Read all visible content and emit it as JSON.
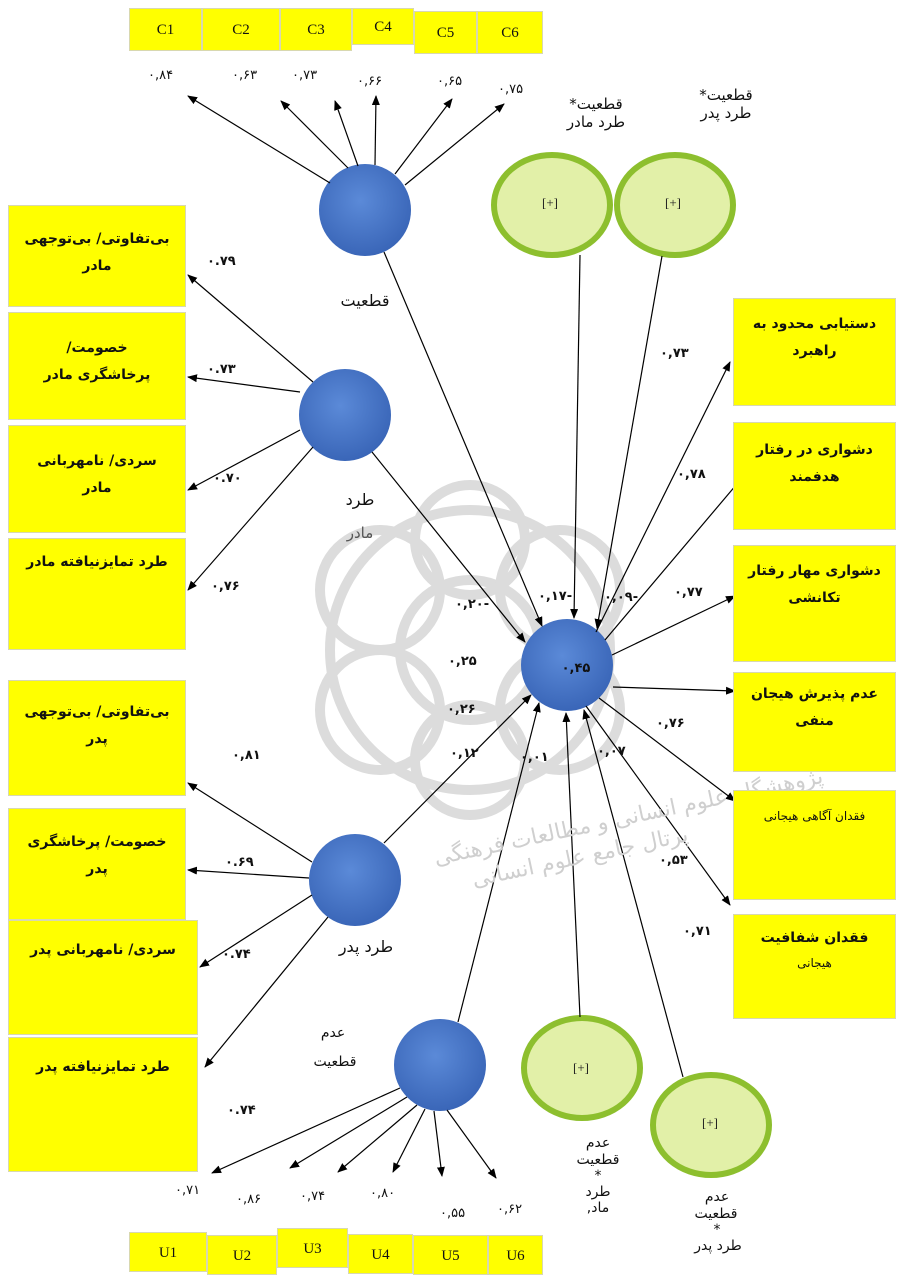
{
  "top_codes": [
    "C1",
    "C2",
    "C3",
    "C4",
    "C5",
    "C6"
  ],
  "top_loadings": [
    "۰,۸۴",
    "۰,۶۳",
    "۰,۷۳",
    "۰,۶۶",
    "۰,۶۵",
    "۰,۷۵"
  ],
  "bottom_codes": [
    "U1",
    "U2",
    "U3",
    "U4",
    "U5",
    "U6"
  ],
  "bottom_loadings": [
    "۰,۷۱",
    "۰,۸۶",
    "۰,۷۴",
    "۰,۸۰",
    "۰,۵۵",
    "۰,۶۲"
  ],
  "latent": {
    "certainty": "قطعیت",
    "mother_rejection": [
      "طرد",
      "مادر"
    ],
    "father_rejection": "طرد پدر",
    "uncertainty": [
      "عدم",
      "قطعیت"
    ],
    "outcome_r2": "۰,۴۵"
  },
  "moderators": {
    "label": "[+]",
    "cert_mother": [
      "قطعیت*",
      "طرد مادر"
    ],
    "cert_father": [
      "قطعیت*",
      "طرد پدر"
    ],
    "uncert_mother": [
      "عدم",
      "قطعیت",
      "*",
      "طرد",
      "ماد,"
    ],
    "uncert_father": [
      "عدم",
      "قطعیت",
      "*",
      "طرد پدر"
    ]
  },
  "mother_indicators": [
    {
      "lines": [
        "بی‌تفاوتی/ بی‌توجهی",
        "مادر"
      ],
      "loading": "۰.۷۹"
    },
    {
      "lines": [
        "خصومت/",
        "پرخاشگری مادر"
      ],
      "loading": "۰.۷۳"
    },
    {
      "lines": [
        "سردی/ نامهربانی",
        "مادر"
      ],
      "loading": "۰.۷۰"
    },
    {
      "lines": [
        "طرد تمایزنیافته مادر"
      ],
      "loading": "۰,۷۶"
    }
  ],
  "father_indicators": [
    {
      "lines": [
        "بی‌تفاوتی/ بی‌توجهی",
        "پدر"
      ],
      "loading": "۰,۸۱"
    },
    {
      "lines": [
        "خصومت/ پرخاشگری",
        "پدر"
      ],
      "loading": "۰.۶۹"
    },
    {
      "lines": [
        "سردی/ نامهربانی پدر"
      ],
      "loading": "۰.۷۴"
    },
    {
      "lines": [
        "طرد تمایزنیافته پدر"
      ],
      "loading": "۰.۷۴"
    }
  ],
  "outcome_indicators": [
    {
      "lines": [
        "دستیابی محدود به",
        "راهبرد"
      ],
      "loading": "۰,۷۳",
      "small": false
    },
    {
      "lines": [
        "دشواری در رفتار",
        "هدفمند"
      ],
      "loading": "۰,۷۸",
      "small": false
    },
    {
      "lines": [
        "دشواری مهار رفتار",
        "تکانشی"
      ],
      "loading": "۰,۷۷",
      "small": false
    },
    {
      "lines": [
        "عدم پذیرش هیجان",
        "منفی"
      ],
      "loading": "۰,۷۶",
      "small": false
    },
    {
      "lines": [
        "فقدان آگاهی هیجانی"
      ],
      "loading": "۰,۵۳",
      "small": true
    },
    {
      "lines": [
        "فقدان شفافیت",
        "هیجانی"
      ],
      "loading": "۰,۷۱",
      "small": true
    }
  ],
  "path_coefficients": {
    "mother_rejection": "-۰,۲۰",
    "cert_mother_interaction": "-۰,۱۷",
    "cert_father_interaction": "-۰,۰۹",
    "certainty": "۰,۲۵",
    "father_rejection_a": "۰,۲۶",
    "father_rejection_b": "۰,۱۲",
    "uncertainty": "۰,۰۱",
    "uncert_father_interaction": "۰,۰۷"
  },
  "watermark": {
    "line1": "پژوهشگاه علوم انسانی و مطالعات فرهنگی",
    "line2": "پرتال جامع علوم انسانی"
  },
  "colors": {
    "indicator_fill": "#ffff00",
    "latent_fill": "#4472c4",
    "moderator_fill": "#e2f0a8",
    "moderator_stroke": "#8dbf2e"
  }
}
